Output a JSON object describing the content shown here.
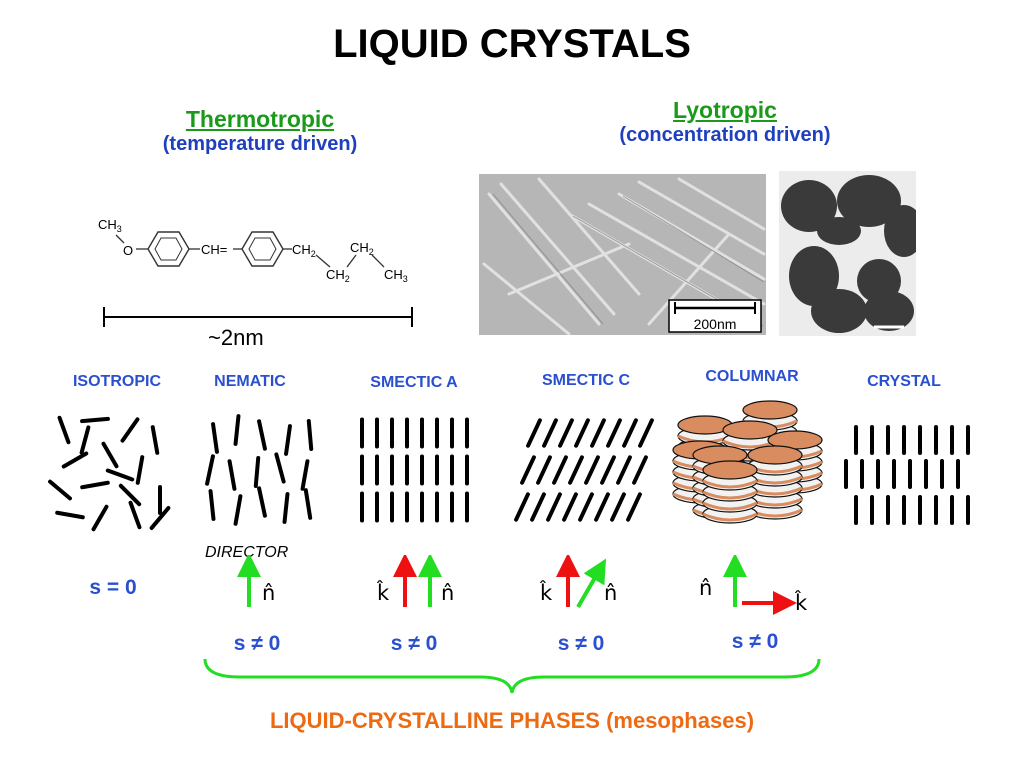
{
  "title": "LIQUID CRYSTALS",
  "thermotropic": {
    "label": "Thermotropic",
    "sub": "(temperature driven)"
  },
  "lyotropic": {
    "label": "Lyotropic",
    "sub": "(concentration driven)"
  },
  "molecule": {
    "ch3_top": "CH3",
    "o": "O",
    "ch_eq": "CH=",
    "ch2_a": "CH2",
    "ch2_b": "CH2",
    "ch2_c": "CH2",
    "ch3_end": "CH3",
    "scale": "~2nm"
  },
  "micrograph": {
    "scale_label": "200nm"
  },
  "phases": [
    {
      "name": "ISOTROPIC",
      "s": "s = 0"
    },
    {
      "name": "NEMATIC",
      "s": "s ≠ 0"
    },
    {
      "name": "SMECTIC A",
      "s": "s ≠ 0"
    },
    {
      "name": "SMECTIC C",
      "s": "s ≠ 0"
    },
    {
      "name": "COLUMNAR",
      "s": "s ≠ 0"
    },
    {
      "name": "CRYSTAL"
    }
  ],
  "director_label": "DIRECTOR",
  "vectors": {
    "n": "n̂",
    "k": "k̂"
  },
  "colors": {
    "green": "#22dd22",
    "red": "#ee1111",
    "orange": "#ee6a12",
    "disc": "#d98c5f"
  },
  "bottom_label": "LIQUID-CRYSTALLINE PHASES (mesophases)"
}
